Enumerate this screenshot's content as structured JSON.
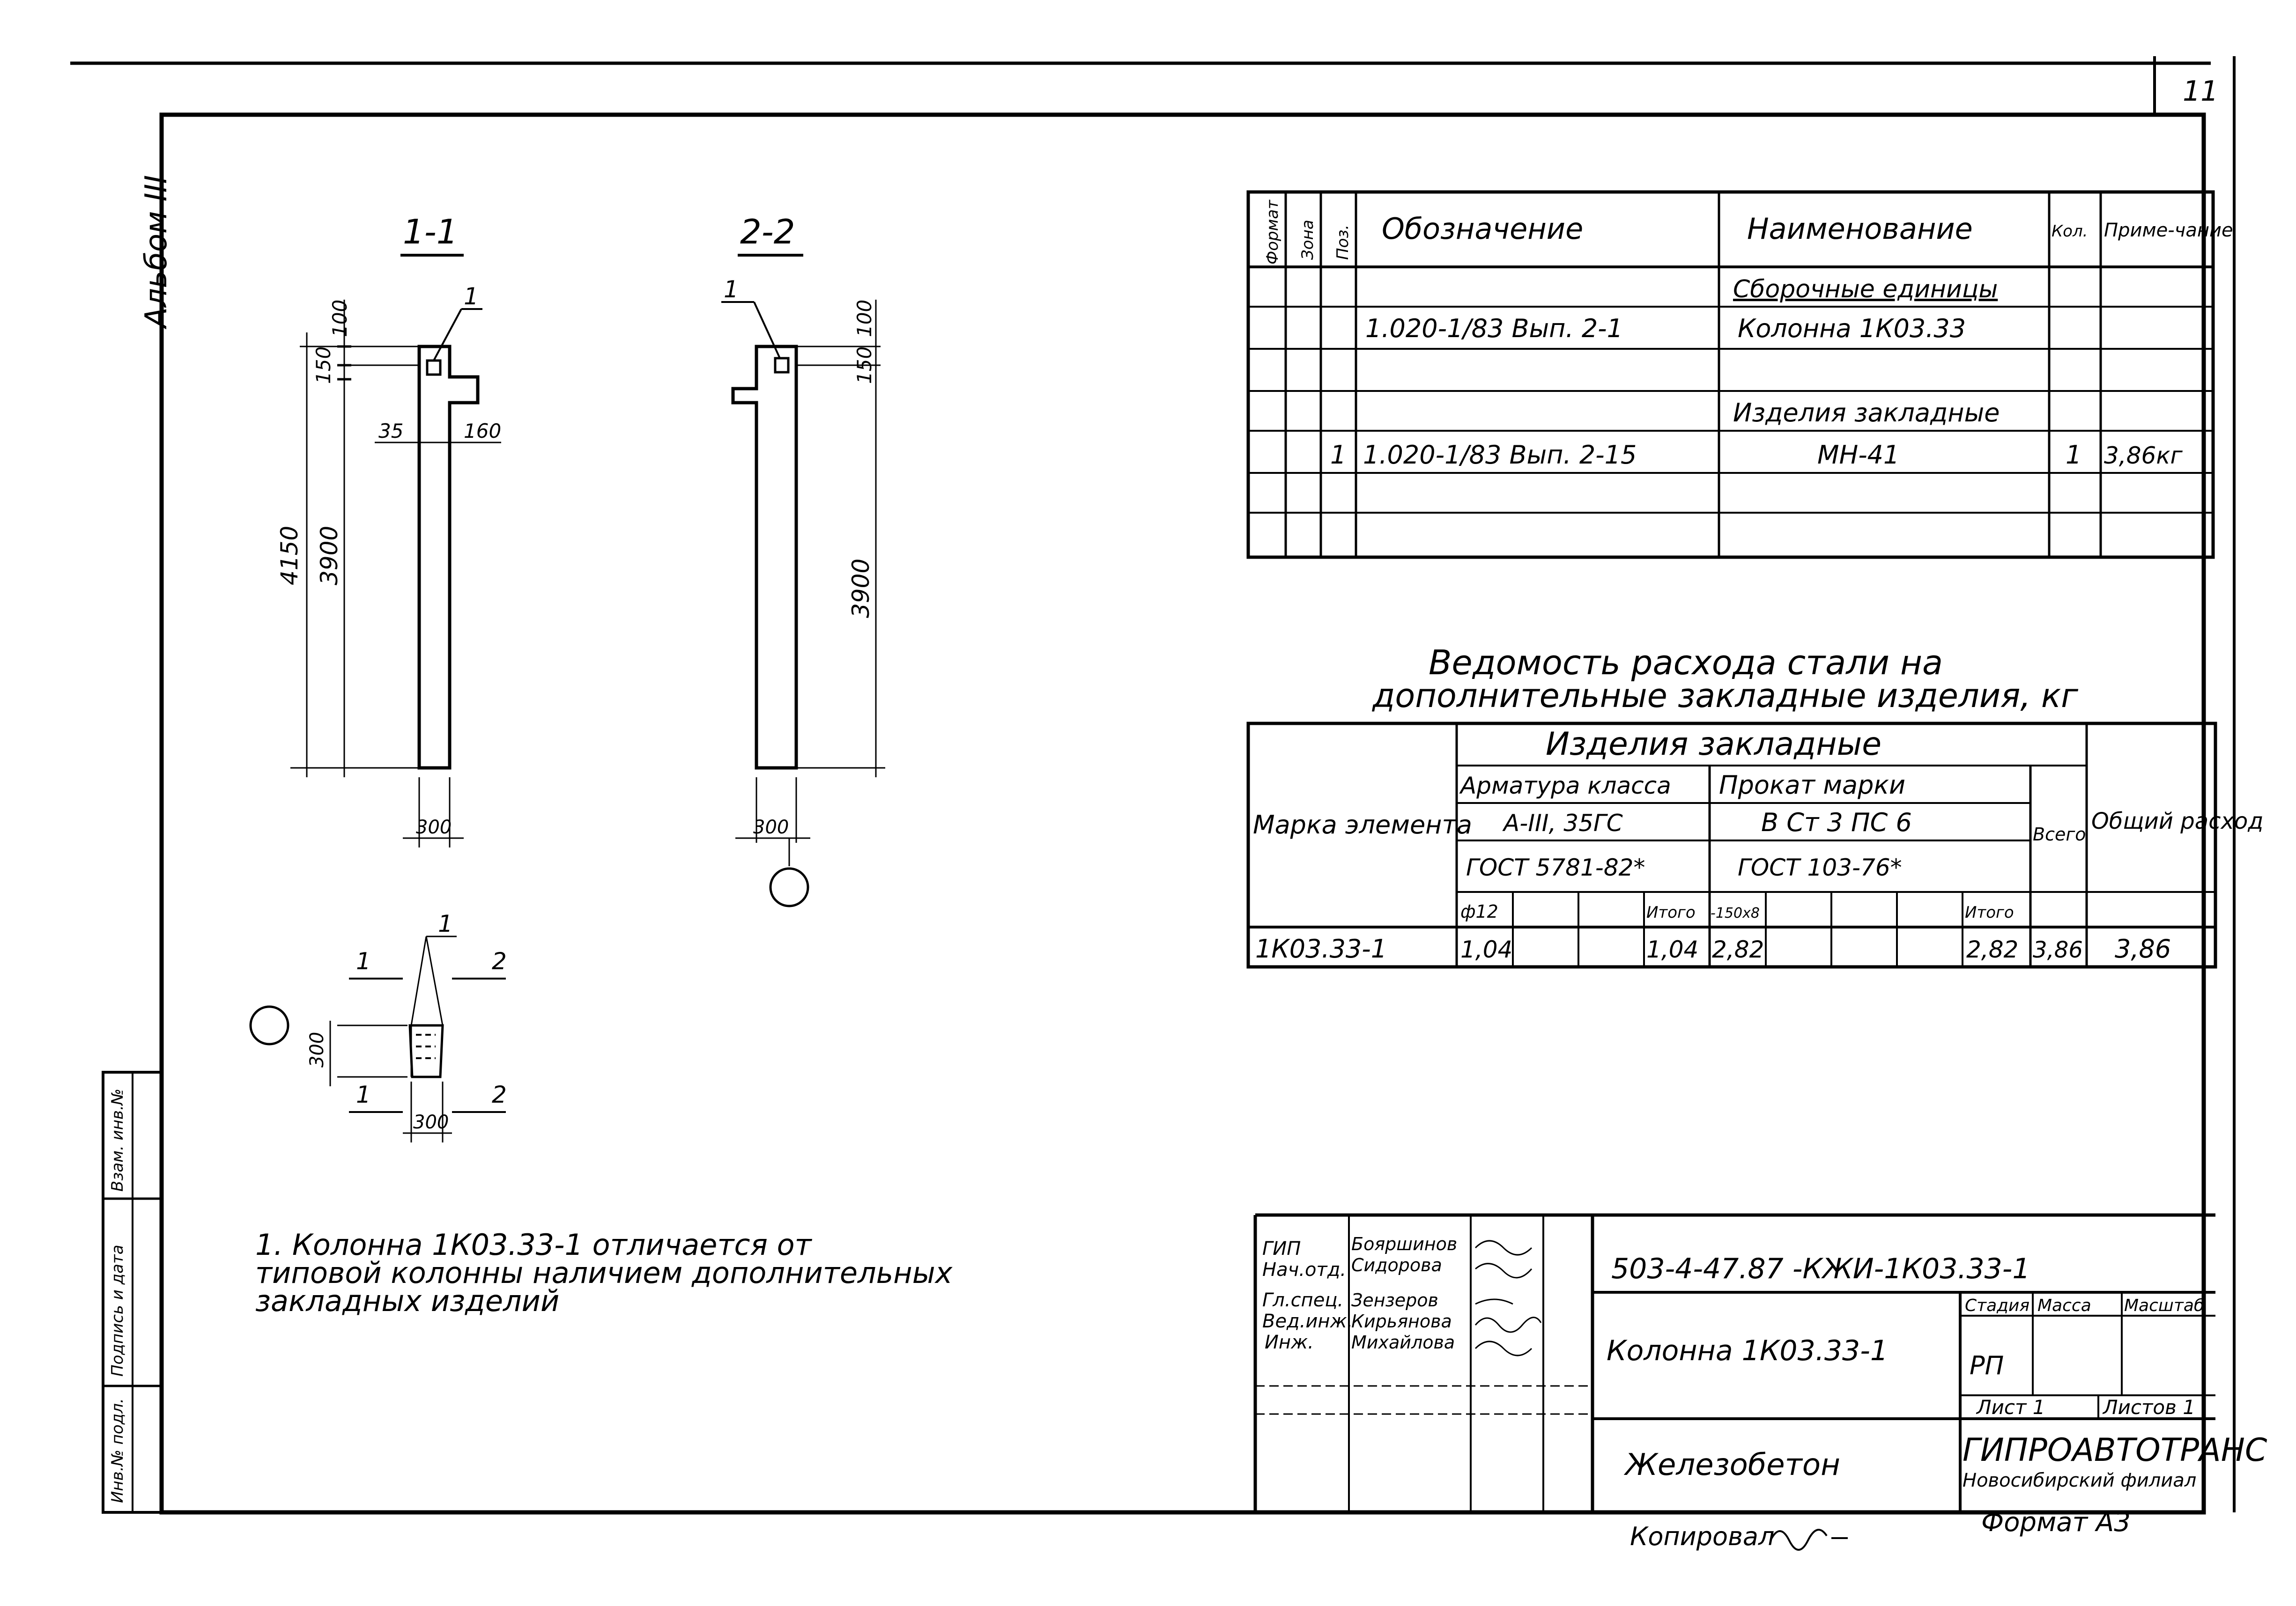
{
  "sheet": {
    "number": "11",
    "album": "Альбом III"
  },
  "sections": {
    "s11": {
      "title": "1-1",
      "pos": "1",
      "d_top": "100",
      "d_mid": "150",
      "d_left": "35",
      "d_right": "160",
      "d_total": "4150",
      "d_height": "3900",
      "d_width": "300"
    },
    "s22": {
      "title": "2-2",
      "pos": "1",
      "d_top": "100",
      "d_mid": "150",
      "d_height": "3900",
      "d_width": "300"
    },
    "plan": {
      "pos": "1",
      "cut1": "1",
      "cut2": "2",
      "d_side": "300",
      "d_bottom": "300"
    }
  },
  "spec": {
    "headers": {
      "format": "Формат",
      "zone": "Зона",
      "pos": "Поз.",
      "designation": "Обозначение",
      "name": "Наименование",
      "qty": "Кол.",
      "note": "Приме-чание"
    },
    "rows": [
      {
        "pos": "",
        "designation": "",
        "name": "Сборочные единицы",
        "qty": "",
        "note": ""
      },
      {
        "pos": "",
        "designation": "1.020-1/83  Вып. 2-1",
        "name": "Колонна 1К03.33",
        "qty": "",
        "note": ""
      },
      {
        "pos": "",
        "designation": "",
        "name": "",
        "qty": "",
        "note": ""
      },
      {
        "pos": "",
        "designation": "",
        "name": "Изделия закладные",
        "qty": "",
        "note": ""
      },
      {
        "pos": "1",
        "designation": "1.020-1/83  Вып. 2-15",
        "name": "МН-41",
        "qty": "1",
        "note": "3,86кг"
      },
      {
        "pos": "",
        "designation": "",
        "name": "",
        "qty": "",
        "note": ""
      },
      {
        "pos": "",
        "designation": "",
        "name": "",
        "qty": "",
        "note": ""
      }
    ]
  },
  "steel": {
    "title1": "Ведомость расхода стали на",
    "title2": "дополнительные закладные изделия, кг",
    "h_mark": "Марка элемента",
    "h_products": "Изделия закладные",
    "h_rebar": "Арматура класса",
    "h_rebar_class": "А-III, 35ГС",
    "h_rebar_gost": "ГОСТ 5781-82*",
    "h_rolled": "Прокат марки",
    "h_rolled_grade": "В Ст 3 ПС 6",
    "h_rolled_gost": "ГОСТ 103-76*",
    "h_total": "Всего",
    "h_overall": "Общий расход",
    "sub": [
      "ф12",
      "",
      "",
      "Итого",
      "-150х8",
      "",
      "",
      "",
      "Итого"
    ],
    "row": {
      "mark": "1К03.33-1",
      "cells": [
        "1,04",
        "",
        "",
        "1,04",
        "2,82",
        "",
        "",
        "",
        "2,82"
      ],
      "total": "3,86",
      "overall": "3,86"
    }
  },
  "note": {
    "line1": "1. Колонна  1К03.33-1  отличается  от",
    "line2": "типовой  колонны  наличием  дополнительных",
    "line3": "закладных  изделий"
  },
  "stamp": {
    "roles": [
      "ГИП",
      "Нач.отд.",
      "Гл.спец.",
      "Вед.инж.",
      "Инж."
    ],
    "names": [
      "Бояршинов",
      "Сидорова",
      "Зензеров",
      "Кирьянова",
      "Михайлова"
    ],
    "code": "503-4-47.87   -КЖИ-1К03.33-1",
    "object": "Колонна 1К03.33-1",
    "material": "Железобетон",
    "h_stage": "Стадия",
    "h_mass": "Масса",
    "h_scale": "Масштаб",
    "stage": "РП",
    "sheet": "Лист 1",
    "sheets": "Листов 1",
    "org": "ГИПРОАВТОТРАНС",
    "branch": "Новосибирский филиал"
  },
  "side": {
    "inv": "Инв.№ подл.",
    "sign": "Подпись и дата",
    "vzam": "Взам. инв.№"
  },
  "footer": {
    "copied": "Копировал",
    "format": "Формат А3"
  }
}
